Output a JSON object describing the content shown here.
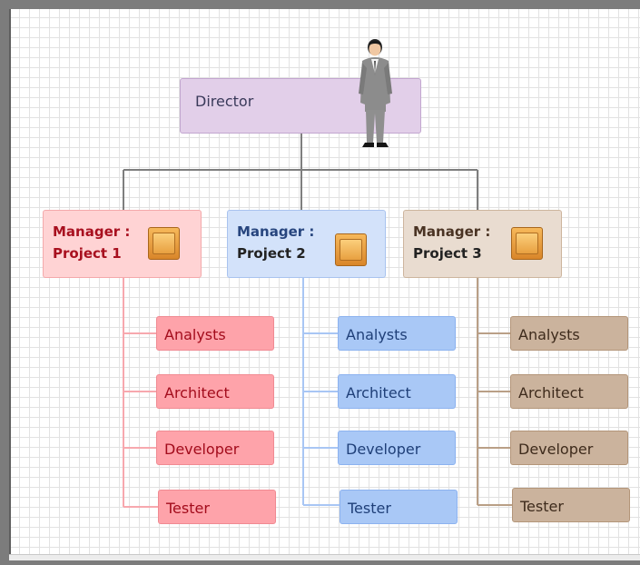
{
  "director": {
    "label": "Director"
  },
  "managers": [
    {
      "line1": "Manager :",
      "line2": "Project 1"
    },
    {
      "line1": "Manager :",
      "line2": "Project 2"
    },
    {
      "line1": "Manager :",
      "line2": "Project 3"
    }
  ],
  "roles": [
    "Analysts",
    "Architect",
    "Developer",
    "Tester"
  ],
  "colors": {
    "project1": "#fea3aa",
    "project2": "#a9c8f6",
    "project3": "#cbb39d",
    "director": "#e2cfe9"
  },
  "icons": [
    "person-icon",
    "folder-icon"
  ]
}
